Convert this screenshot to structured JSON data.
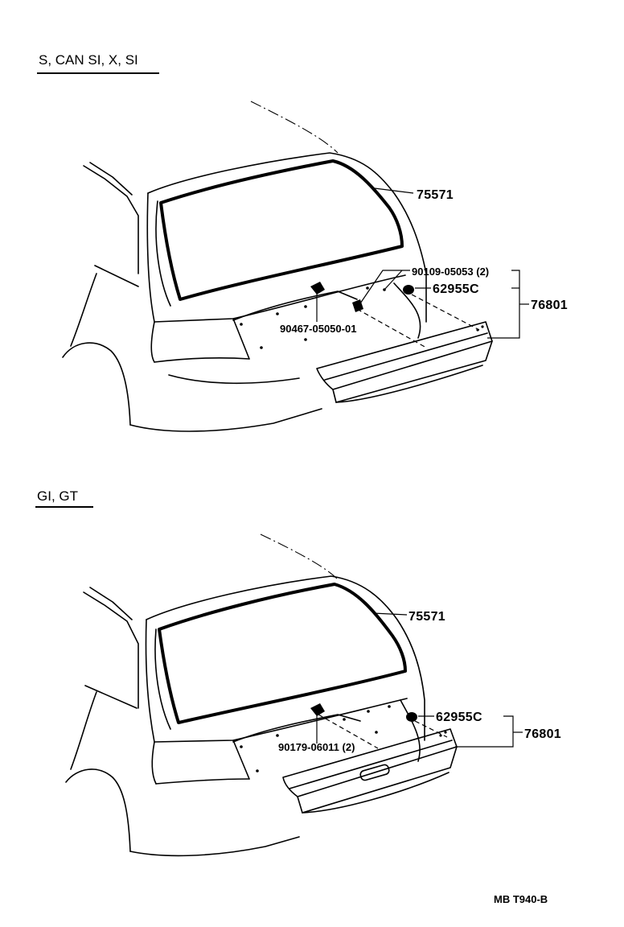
{
  "sections": [
    {
      "id": "top",
      "header": "S, CAN SI, X, SI",
      "parts": {
        "weatherstrip": "75571",
        "moulding_assy": "76801",
        "clip": "62955C",
        "screw_clip": "90109-05053 (2)",
        "nut": "90467-05050-01"
      }
    },
    {
      "id": "bottom",
      "header": "GI, GT",
      "parts": {
        "weatherstrip": "75571",
        "moulding_assy": "76801",
        "clip": "62955C",
        "nut": "90179-06011 (2)"
      }
    }
  ],
  "reference": "MB  T940-B"
}
